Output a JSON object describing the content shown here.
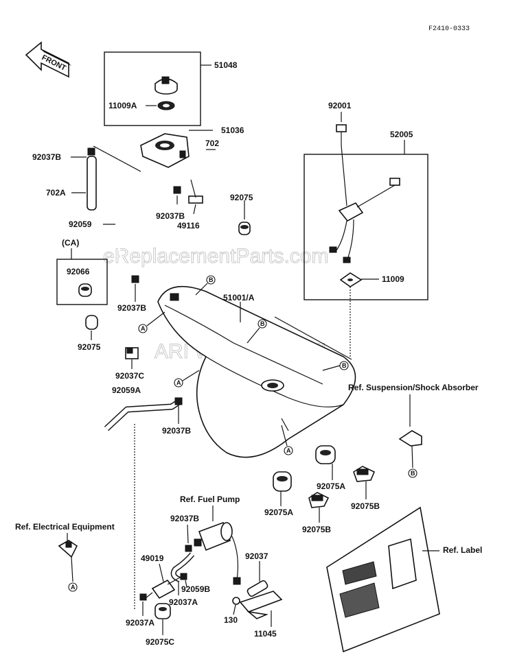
{
  "diagram": {
    "code": "F2410-0333",
    "front_label": "FRONT",
    "watermarks": [
      "eReplacementParts.com",
      "ARI Website Small"
    ],
    "parts": {
      "p51048": "51048",
      "p11009A": "11009A",
      "p51036": "51036",
      "p702": "702",
      "p92037B_a": "92037B",
      "p702A": "702A",
      "p92037B_b": "92037B",
      "p49116": "49116",
      "p92075_a": "92075",
      "p92059": "92059",
      "pCA": "(CA)",
      "p92066": "92066",
      "p92037B_c": "92037B",
      "p92075_b": "92075",
      "p92037C": "92037C",
      "p92059A": "92059A",
      "p92037B_d": "92037B",
      "p51001A": "51001/A",
      "p92001": "92001",
      "p52005": "52005",
      "p11009": "11009",
      "p92075A_a": "92075A",
      "p92075A_b": "92075A",
      "p92075B_a": "92075B",
      "p92075B_b": "92075B",
      "p92037B_e": "92037B",
      "p49019": "49019",
      "p92059B": "92059B",
      "p92037A_a": "92037A",
      "p92037A_b": "92037A",
      "p92075C": "92075C",
      "p92037": "92037",
      "p130": "130",
      "p11045": "11045"
    },
    "refs": {
      "suspension": "Ref. Suspension/Shock Absorber",
      "fuel_pump": "Ref. Fuel Pump",
      "electrical": "Ref. Electrical Equipment",
      "label": "Ref. Label"
    },
    "markers": {
      "A": "A",
      "B": "B"
    }
  }
}
